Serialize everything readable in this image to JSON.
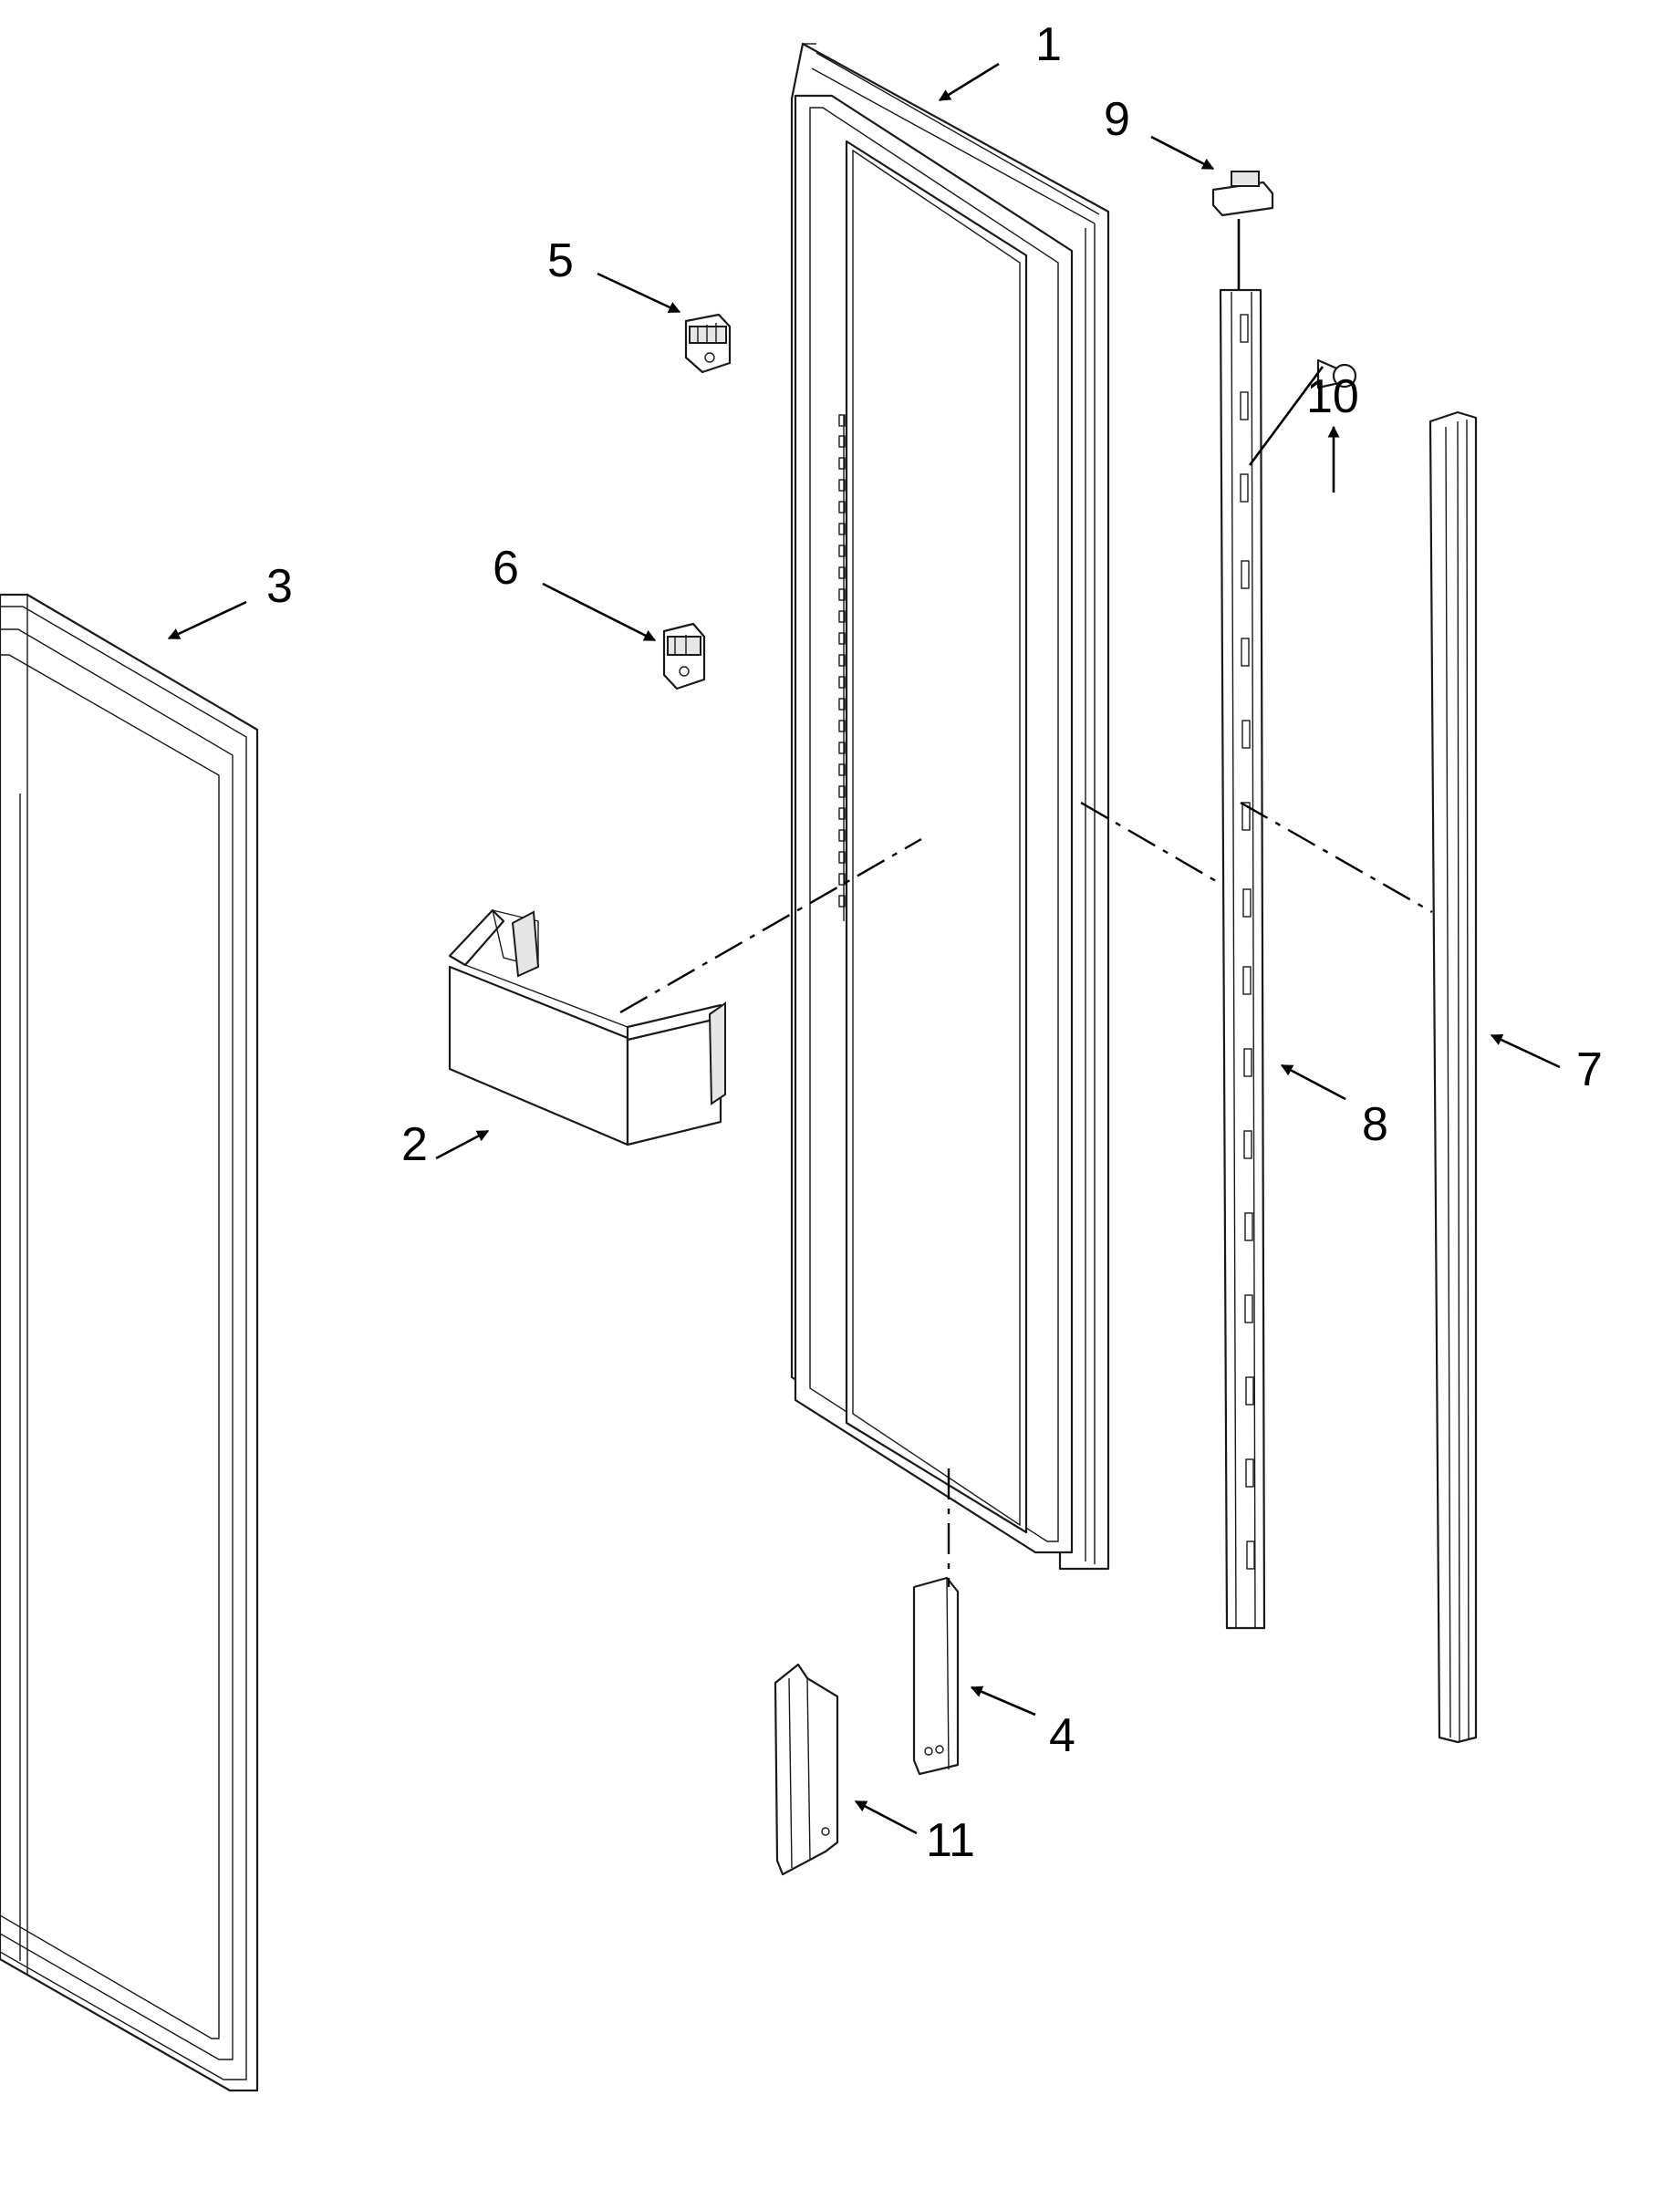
{
  "callouts": {
    "c1": "1",
    "c2": "2",
    "c3": "3",
    "c4": "4",
    "c5": "5",
    "c6": "6",
    "c7": "7",
    "c8": "8",
    "c9": "9",
    "c10": "10",
    "c11": "11"
  },
  "parts": [
    {
      "callout": "1",
      "icon": "door-gasket-frame-icon"
    },
    {
      "callout": "2",
      "icon": "door-bin-icon"
    },
    {
      "callout": "3",
      "icon": "door-panel-icon"
    },
    {
      "callout": "4",
      "icon": "bottom-bracket-icon"
    },
    {
      "callout": "5",
      "icon": "hinge-cam-icon"
    },
    {
      "callout": "6",
      "icon": "hinge-cam-icon"
    },
    {
      "callout": "7",
      "icon": "trim-channel-icon"
    },
    {
      "callout": "8",
      "icon": "shelf-rail-icon"
    },
    {
      "callout": "9",
      "icon": "rail-cap-icon"
    },
    {
      "callout": "10",
      "icon": "screw-icon"
    },
    {
      "callout": "11",
      "icon": "corner-trim-icon"
    }
  ],
  "colors": {
    "line": "#1a1a1a",
    "background": "#ffffff",
    "shade": "#e6e6e6"
  }
}
